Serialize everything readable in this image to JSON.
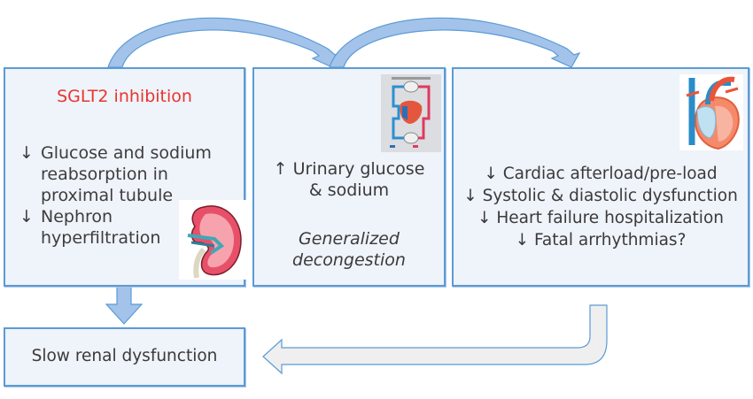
{
  "boxes": {
    "sglt2": {
      "title": "SGLT2 inhibition",
      "items": [
        {
          "arrow": "↓",
          "text": "Glucose and sodium reabsorption in proximal tubule",
          "lines": [
            "Glucose and sodium",
            "reabsorption in",
            "proximal tubule"
          ]
        },
        {
          "arrow": "↓",
          "text": "Nephron hyperfiltration",
          "lines": [
            "Nephron",
            "hyperfiltration"
          ]
        }
      ],
      "image": "kidney-illustration"
    },
    "urinary": {
      "lines": [
        "↑ Urinary glucose",
        "& sodium"
      ],
      "italic_lines": [
        "Generalized",
        "decongestion"
      ],
      "image": "circulation-diagram"
    },
    "cardiac": {
      "lines": [
        "↓ Cardiac afterload/pre-load",
        "↓  Systolic & diastolic dysfunction",
        "↓ Heart failure hospitalization",
        "↓ Fatal arrhythmias?"
      ],
      "image": "heart-illustration"
    },
    "renal": {
      "text": "Slow renal dysfunction"
    }
  },
  "colors": {
    "title_accent": "#e8352e",
    "box_border": "#5b9bd5",
    "box_fill": "#eff3fa",
    "arrow_fill": "#a4c3ea",
    "return_arrow_fill": "#efefef"
  }
}
